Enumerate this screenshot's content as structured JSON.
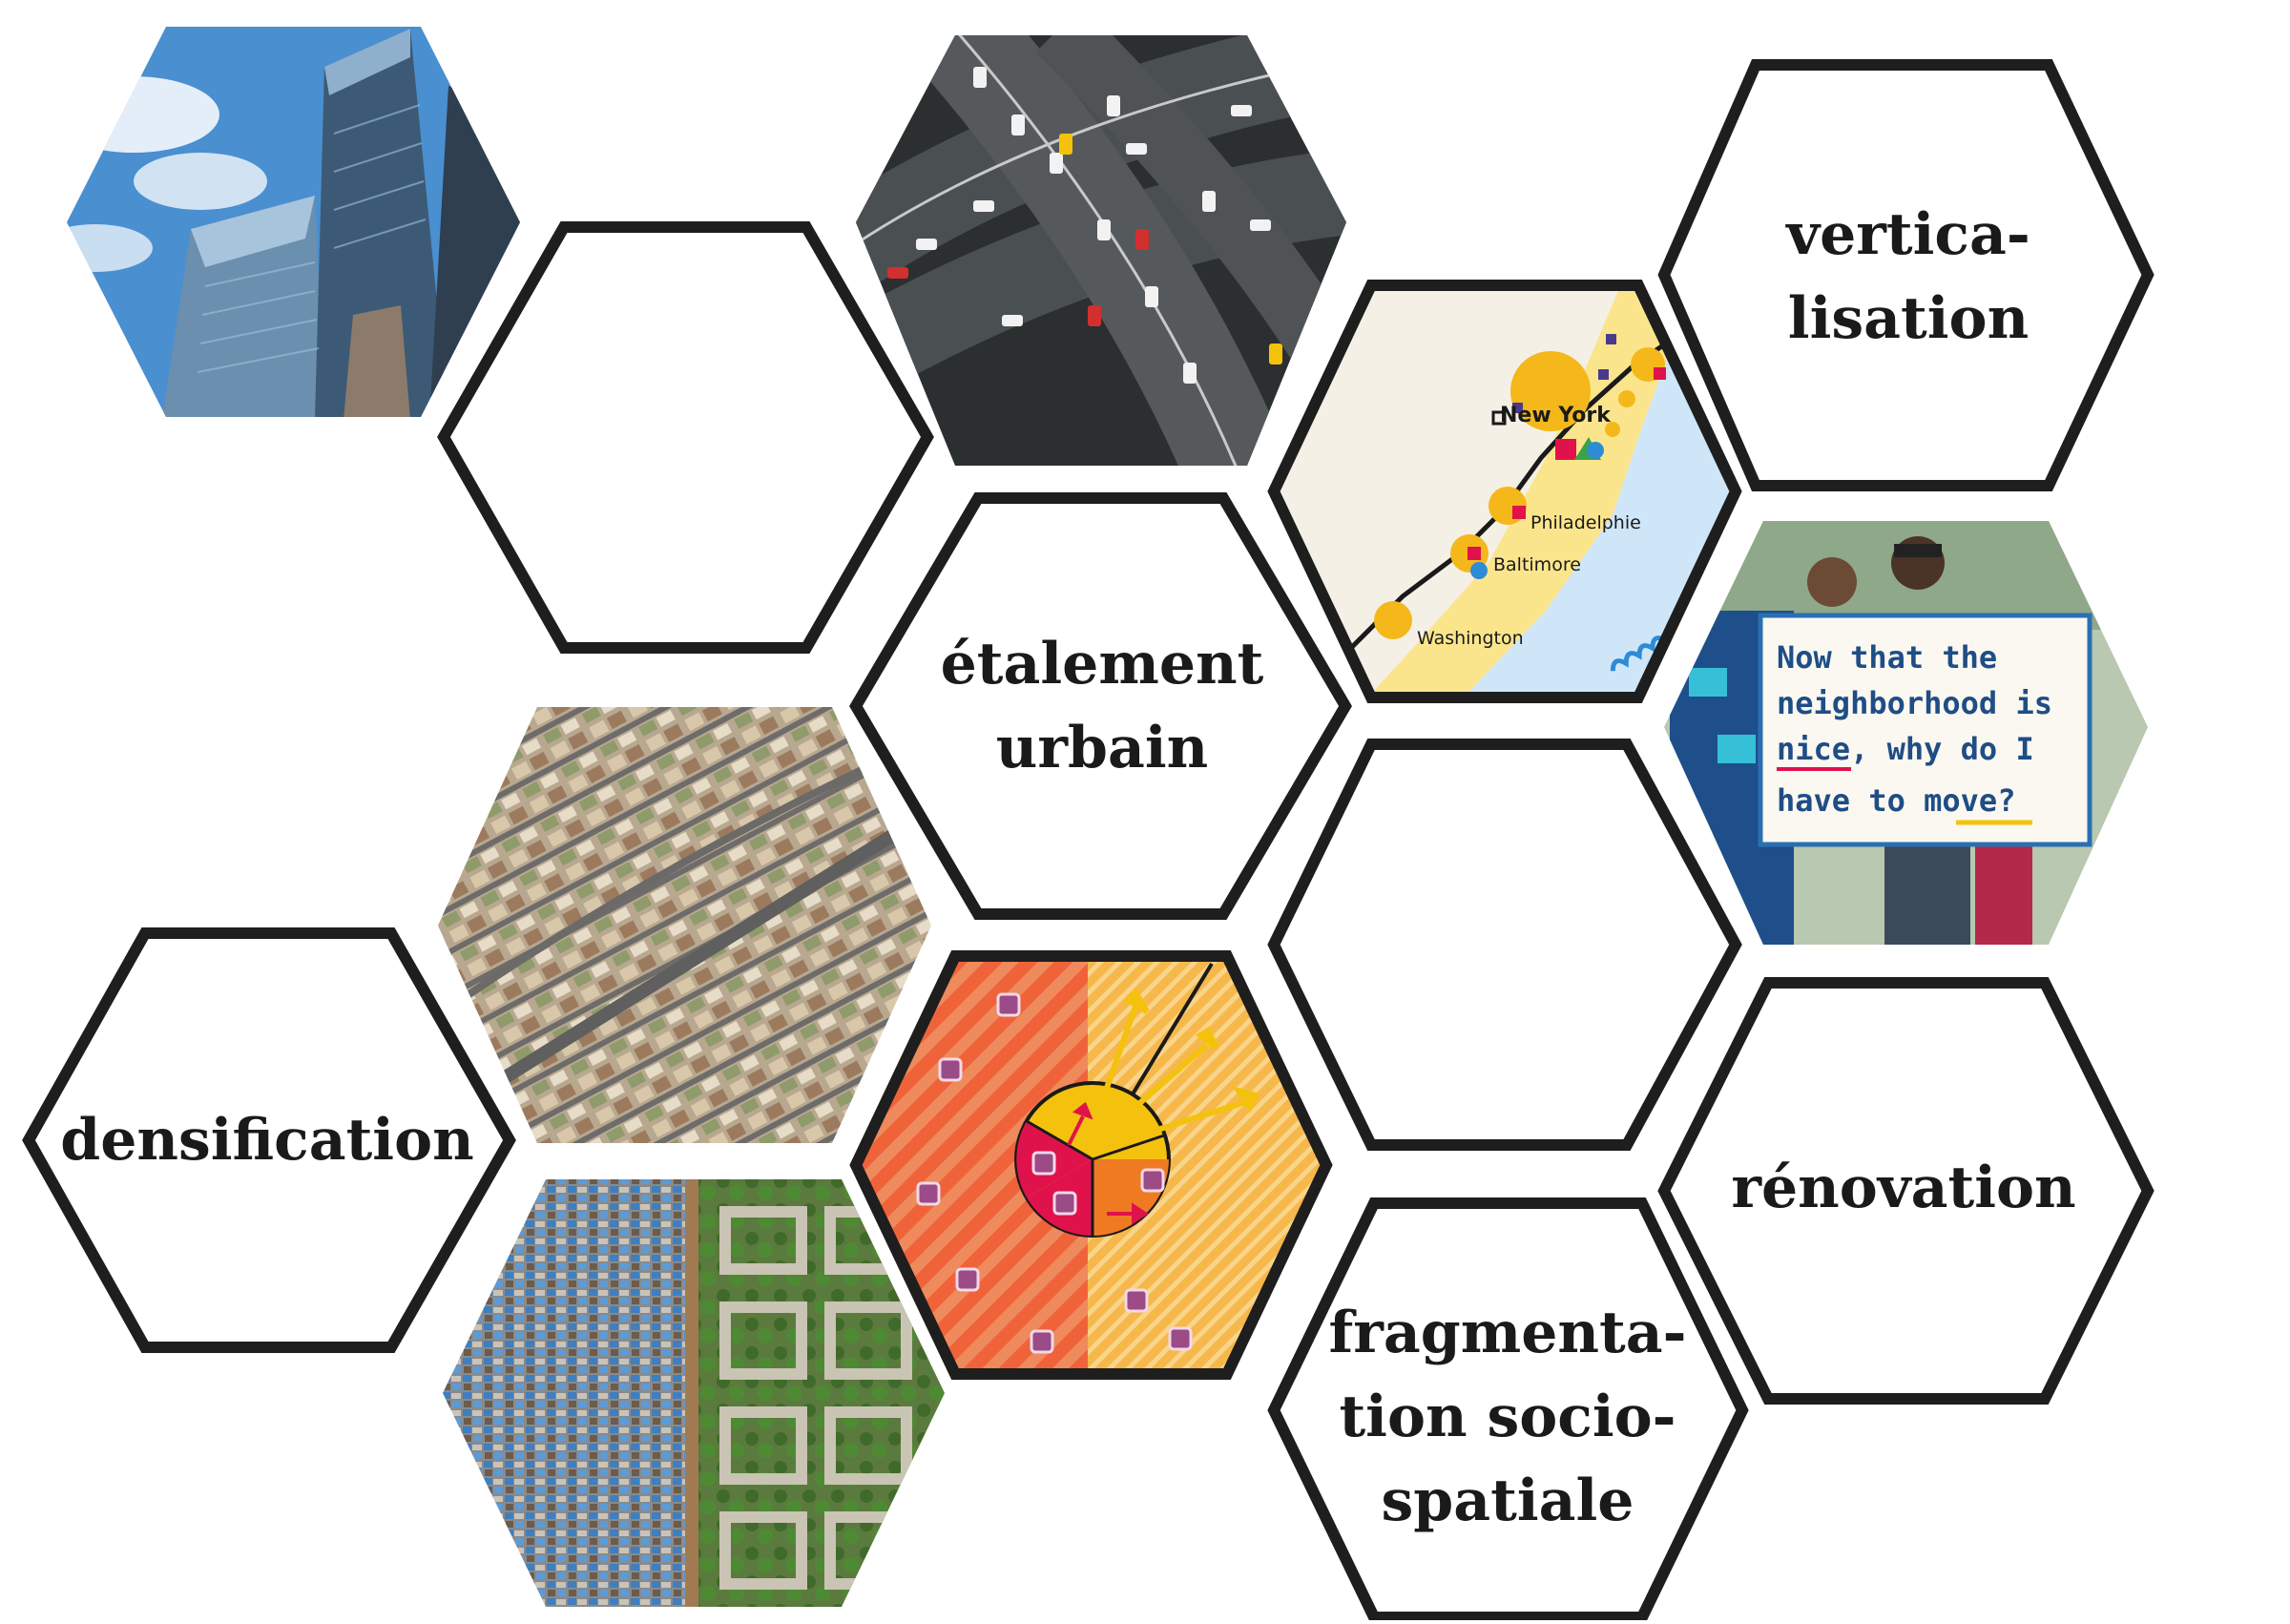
{
  "labels": {
    "verticalisation": [
      "vertica-",
      "lisation"
    ],
    "etalement": [
      "étalement",
      "urbain"
    ],
    "densification": [
      "densification"
    ],
    "renovation": [
      "rénovation"
    ],
    "fragmentation": [
      "fragmenta-",
      "tion socio-",
      "spatiale"
    ]
  },
  "map": {
    "cities": [
      "New York",
      "Philadelphie",
      "Baltimore",
      "Washington"
    ]
  },
  "sign": {
    "lines": [
      "Now that the",
      "neighborhood is",
      "nice, why do I",
      "have to move?"
    ]
  },
  "colors": {
    "outline": "#1e1e1e",
    "sky": "#4a8fd0",
    "map_land": "#f5f0e6",
    "map_band": "#fbe58c",
    "map_sea": "#cfe6f8",
    "city": "#f4b81a",
    "red": "#e0124c",
    "orange_stripe": "#f0633a",
    "yellow_stripe": "#f6b84a",
    "purple": "#9b4b86"
  }
}
